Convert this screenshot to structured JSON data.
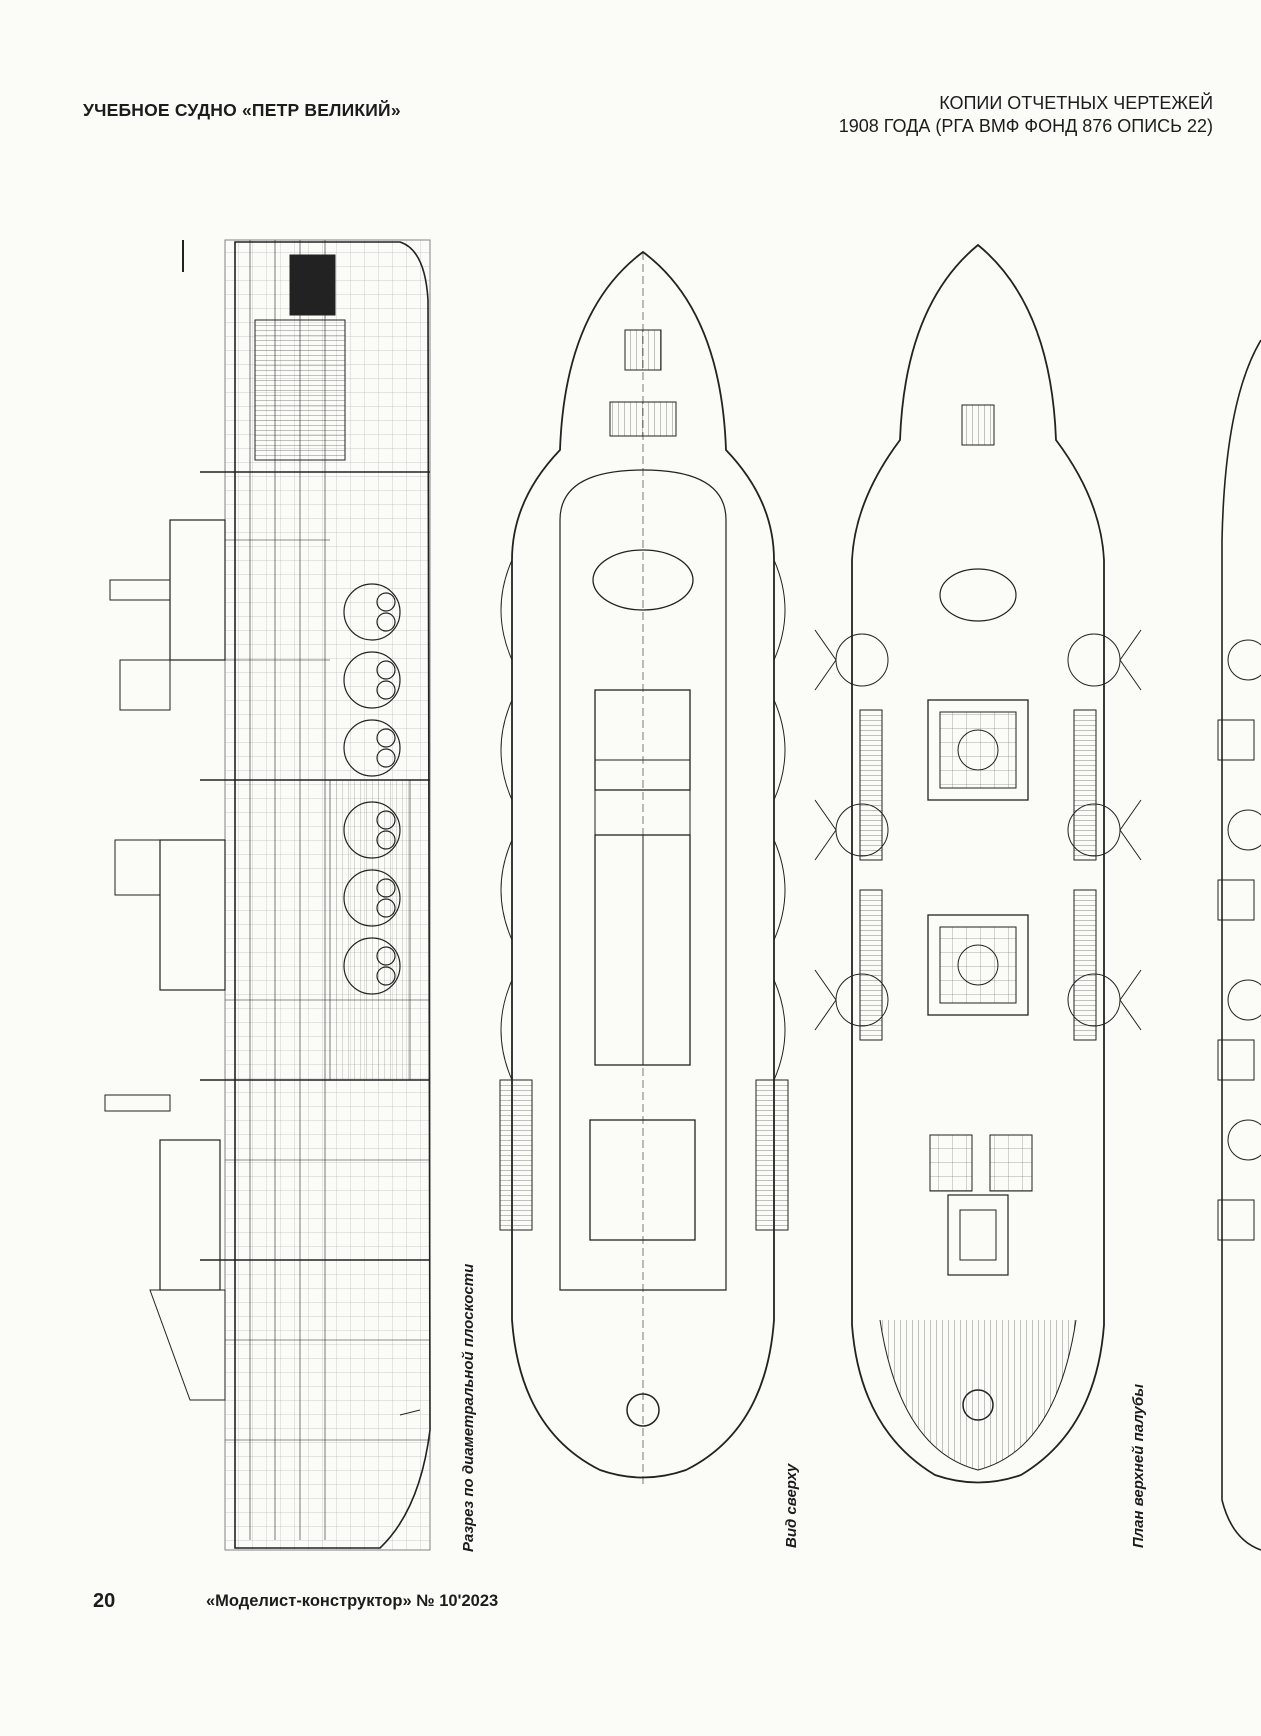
{
  "header": {
    "left_title": "УЧЕБНОЕ СУДНО «ПЕТР ВЕЛИКИЙ»",
    "right_line1": "КОПИИ ОТЧЕТНЫХ ЧЕРТЕЖЕЙ",
    "right_line2": "1908 ГОДА (РГА ВМФ ФОНД 876 ОПИСЬ 22)"
  },
  "captions": {
    "section": "Разрез по диаметральной плоскости",
    "top_view": "Вид сверху",
    "upper_deck": "План верхней палубы"
  },
  "footer": {
    "page_number": "20",
    "magazine": "«Моделист-конструктор» № 10'2023"
  },
  "colors": {
    "ink": "#1c1c1c",
    "paper": "#fbfbf8"
  }
}
